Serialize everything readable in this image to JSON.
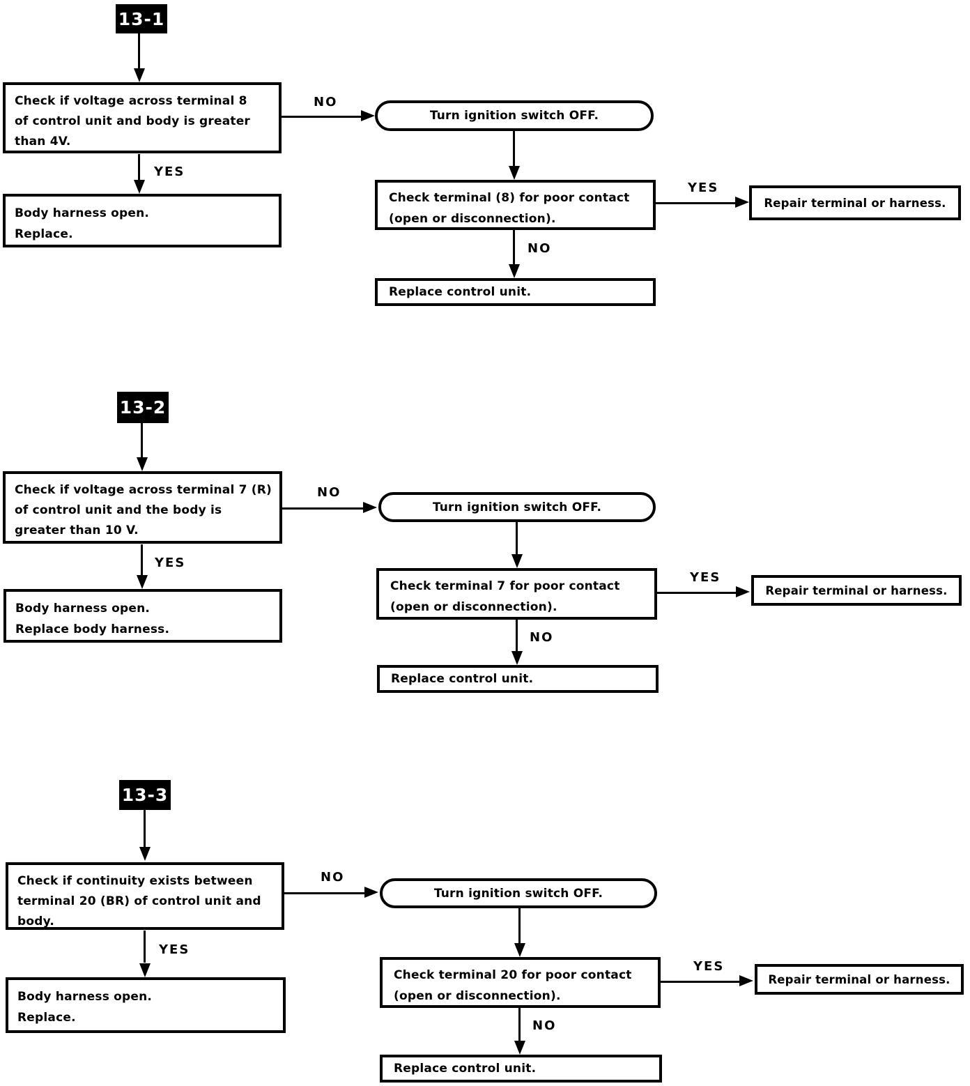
{
  "page": {
    "paper_color": "#ffffff",
    "ink_color": "#000000",
    "label_bg": "#000000",
    "label_fg": "#ffffff"
  },
  "sections": [
    {
      "id": "13-1",
      "label": "13-1",
      "check_lines": [
        "Check if voltage across terminal 8",
        "of control unit and body is greater",
        "than 4V."
      ],
      "yes_label": "YES",
      "no_label": "NO",
      "result_lines": [
        "Body harness open.",
        "Replace."
      ],
      "action_label": "Turn ignition switch OFF.",
      "terminal_lines": [
        "Check terminal (8) for poor contact",
        "(open or disconnection)."
      ],
      "yes2_label": "YES",
      "no2_label": "NO",
      "repair_label": "Repair terminal or harness.",
      "replace_label": "Replace control unit."
    },
    {
      "id": "13-2",
      "label": "13-2",
      "check_lines": [
        "Check if voltage across terminal 7 (R)",
        "of control unit and the body is",
        "greater than 10 V."
      ],
      "yes_label": "YES",
      "no_label": "NO",
      "result_lines": [
        "Body harness open.",
        "Replace body harness."
      ],
      "action_label": "Turn ignition switch OFF.",
      "terminal_lines": [
        "Check terminal 7 for poor contact",
        "(open or disconnection)."
      ],
      "yes2_label": "YES",
      "no2_label": "NO",
      "repair_label": "Repair terminal or harness.",
      "replace_label": "Replace control unit."
    },
    {
      "id": "13-3",
      "label": "13-3",
      "check_lines": [
        "Check if continuity exists between",
        "terminal 20 (BR) of control unit and",
        "body."
      ],
      "yes_label": "YES",
      "no_label": "NO",
      "result_lines": [
        "Body harness open.",
        "Replace."
      ],
      "action_label": "Turn ignition switch OFF.",
      "terminal_lines": [
        "Check terminal 20 for poor contact",
        "(open or disconnection)."
      ],
      "yes2_label": "YES",
      "no2_label": "NO",
      "repair_label": "Repair terminal or harness.",
      "replace_label": "Replace control unit."
    }
  ]
}
